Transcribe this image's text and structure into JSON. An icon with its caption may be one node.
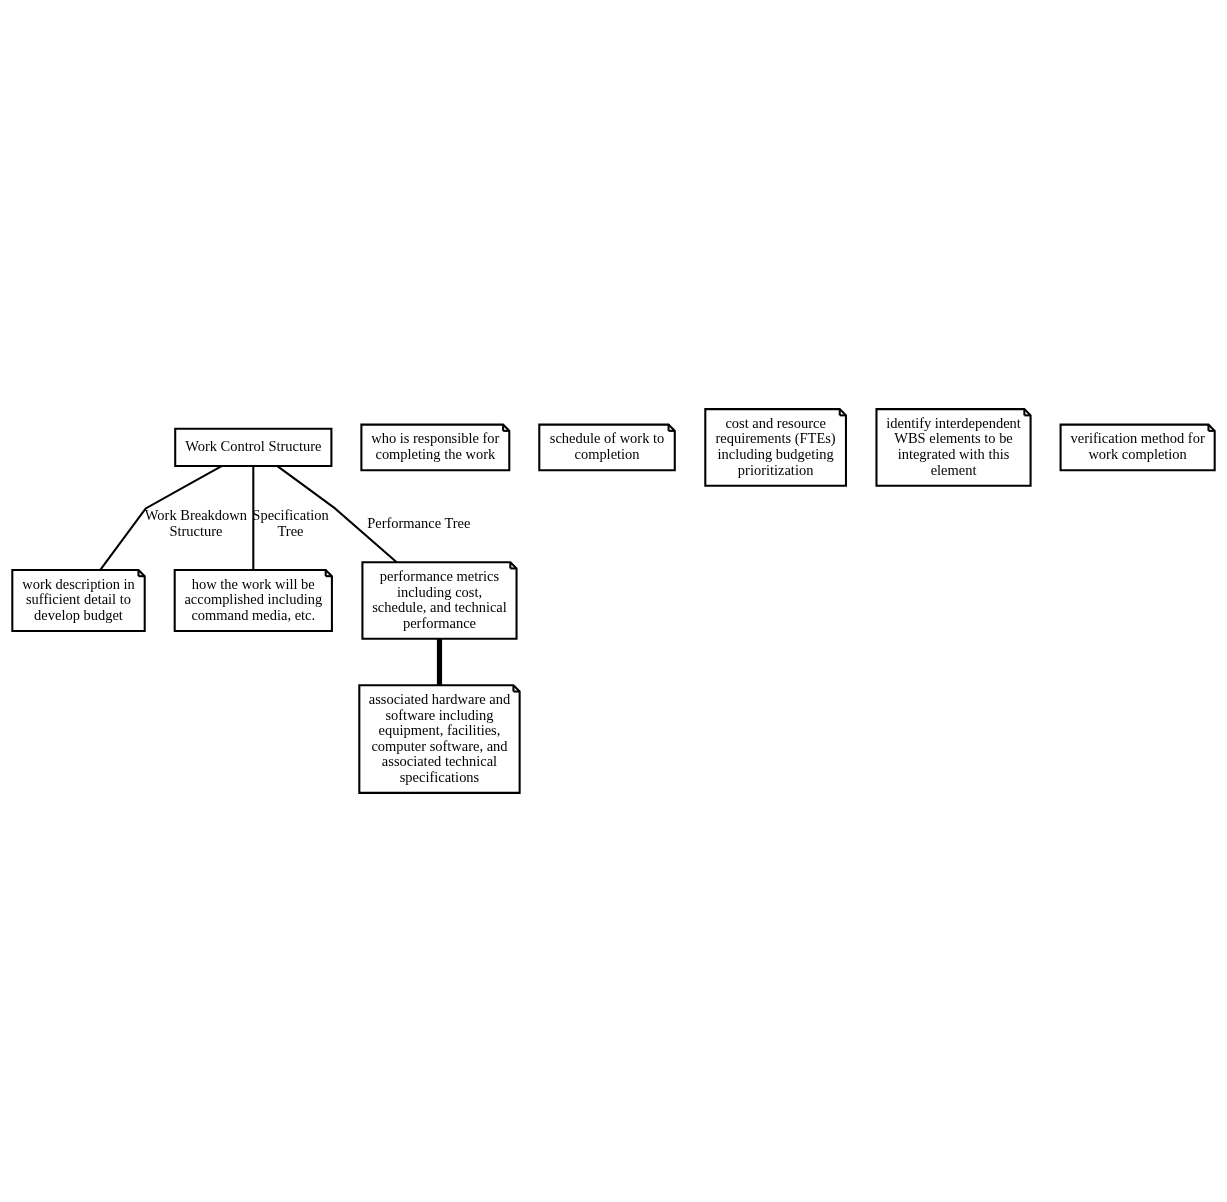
{
  "diagram": {
    "nodes": [
      {
        "text": [
          "Work Control Structure"
        ]
      },
      {
        "text": [
          "work description in sufficient detail to develop budget"
        ]
      },
      {
        "text": [
          "who is responsible for completing the work"
        ]
      },
      {
        "text": [
          "schedule of work to completion"
        ]
      },
      {
        "text": [
          "cost and resource requirements (FTEs) including budgeting prioritization"
        ]
      },
      {
        "text": [
          "identify interdependent WBS elements to be integrated with this element"
        ]
      },
      {
        "text": [
          "how the work will be accomplished including command media, etc."
        ]
      },
      {
        "text": [
          "verification method for work completion"
        ]
      },
      {
        "text": [
          "performance metrics including cost, schedule, and technical performance"
        ]
      },
      {
        "text": [
          "associated hardware and software including equipment, facilities, computer software, and associated technical specifications"
        ]
      }
    ],
    "edges": [
      {
        "from": 0,
        "to": 1,
        "arrow": "none",
        "label": "Work Breakdown Structure"
      },
      {
        "from": 0,
        "to": 6,
        "arrow": "none",
        "label": "Specification Tree"
      },
      {
        "from": 0,
        "to": 8,
        "arrow": "none",
        "label": "Performance Tree"
      },
      {
        "from": 8,
        "to": 9,
        "arrow": "none",
        "style": "thick"
      }
    ]
  }
}
